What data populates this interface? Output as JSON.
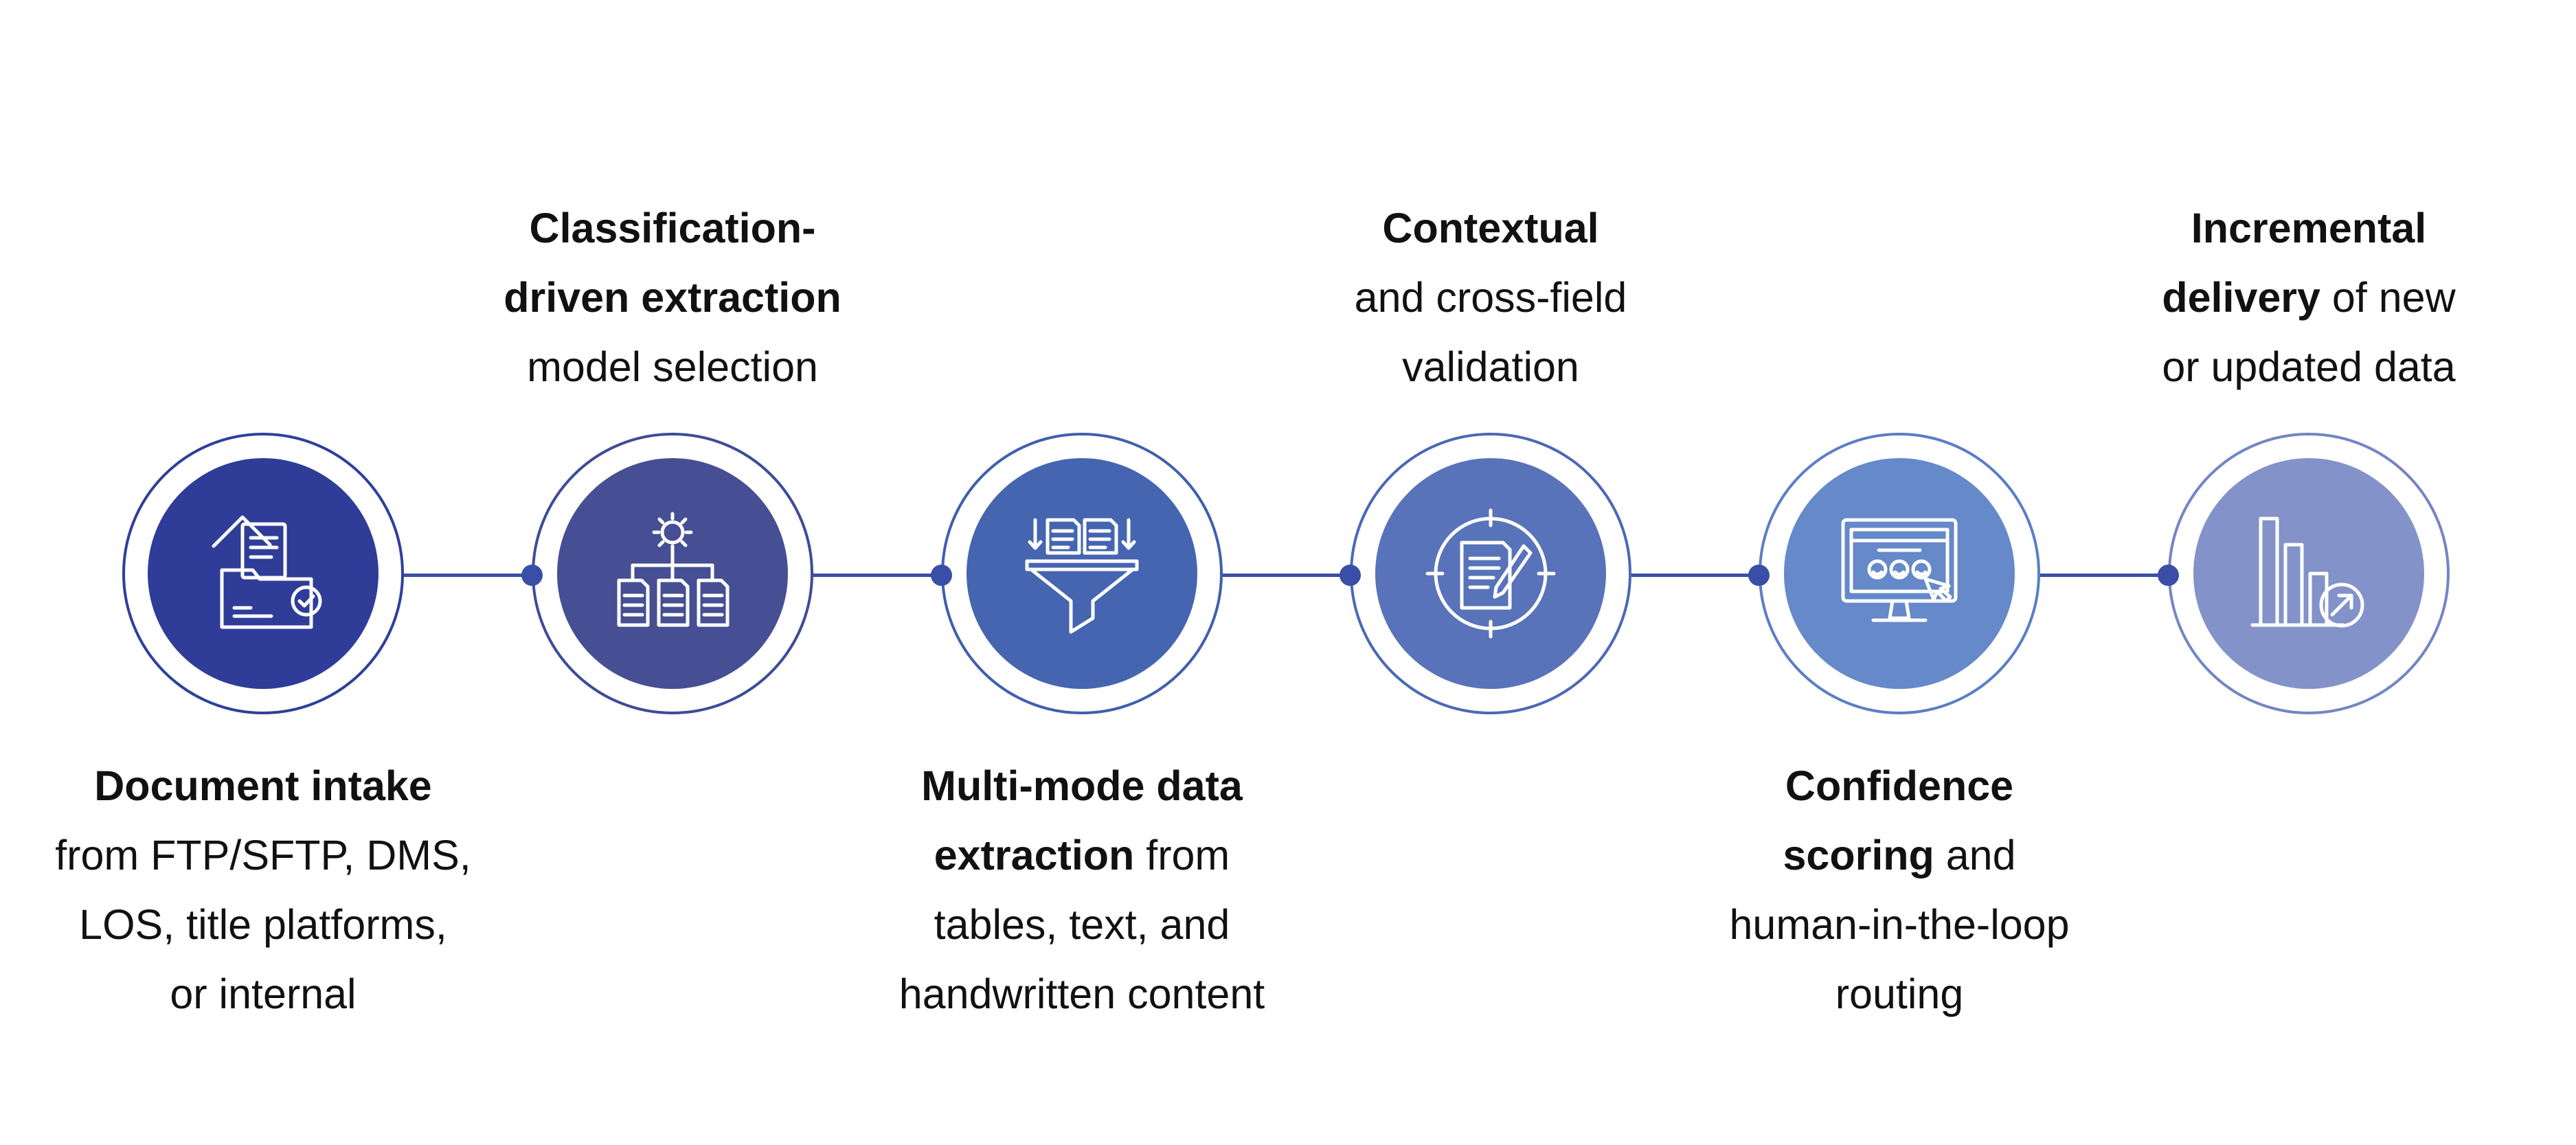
{
  "colors": {
    "background": "#ffffff",
    "connector": "#3a4ea5",
    "text": "#111111",
    "icon_stroke": "#ffffff"
  },
  "steps": [
    {
      "name": "document-intake",
      "icon": "document-folder-check-icon",
      "ring_color": "#2e3f9a",
      "fill_color": "#2f3d98",
      "label_position": "bottom",
      "lines": [
        [
          {
            "text": "Document intake",
            "bold": true
          }
        ],
        [
          {
            "text": "from FTP/SFTP, DMS,",
            "bold": false
          }
        ],
        [
          {
            "text": "LOS, title platforms,",
            "bold": false
          }
        ],
        [
          {
            "text": "or internal",
            "bold": false
          }
        ]
      ]
    },
    {
      "name": "classification-driven-extraction",
      "icon": "gear-documents-hierarchy-icon",
      "ring_color": "#3d4c98",
      "fill_color": "#464f93",
      "label_position": "top",
      "lines": [
        [
          {
            "text": "Classification-",
            "bold": true
          }
        ],
        [
          {
            "text": "driven extraction",
            "bold": true
          }
        ],
        [
          {
            "text": "model selection",
            "bold": false
          }
        ]
      ]
    },
    {
      "name": "multi-mode-data-extraction",
      "icon": "funnel-documents-icon",
      "ring_color": "#3f5fae",
      "fill_color": "#4565b0",
      "label_position": "bottom",
      "lines": [
        [
          {
            "text": "Multi-mode data",
            "bold": true
          }
        ],
        [
          {
            "text": "extraction",
            "bold": true
          },
          {
            "text": " from",
            "bold": false
          }
        ],
        [
          {
            "text": "tables, text, and",
            "bold": false
          }
        ],
        [
          {
            "text": "handwritten content",
            "bold": false
          }
        ]
      ]
    },
    {
      "name": "contextual-validation",
      "icon": "document-pen-target-icon",
      "ring_color": "#4b68b6",
      "fill_color": "#5873b9",
      "label_position": "top",
      "lines": [
        [
          {
            "text": "Contextual",
            "bold": true
          }
        ],
        [
          {
            "text": "and cross-field",
            "bold": false
          }
        ],
        [
          {
            "text": "validation",
            "bold": false
          }
        ]
      ]
    },
    {
      "name": "confidence-scoring",
      "icon": "monitor-rating-faces-icon",
      "ring_color": "#5b7ec5",
      "fill_color": "#6589c9",
      "label_position": "bottom",
      "lines": [
        [
          {
            "text": "Confidence",
            "bold": true
          }
        ],
        [
          {
            "text": "scoring",
            "bold": true
          },
          {
            "text": " and",
            "bold": false
          }
        ],
        [
          {
            "text": "human-in-the-loop",
            "bold": false
          }
        ],
        [
          {
            "text": "routing",
            "bold": false
          }
        ]
      ]
    },
    {
      "name": "incremental-delivery",
      "icon": "bar-chart-export-icon",
      "ring_color": "#7385c4",
      "fill_color": "#8392c9",
      "label_position": "top",
      "lines": [
        [
          {
            "text": "Incremental",
            "bold": true
          }
        ],
        [
          {
            "text": "delivery",
            "bold": true
          },
          {
            "text": " of new",
            "bold": false
          }
        ],
        [
          {
            "text": "or updated data",
            "bold": false
          }
        ]
      ]
    }
  ]
}
